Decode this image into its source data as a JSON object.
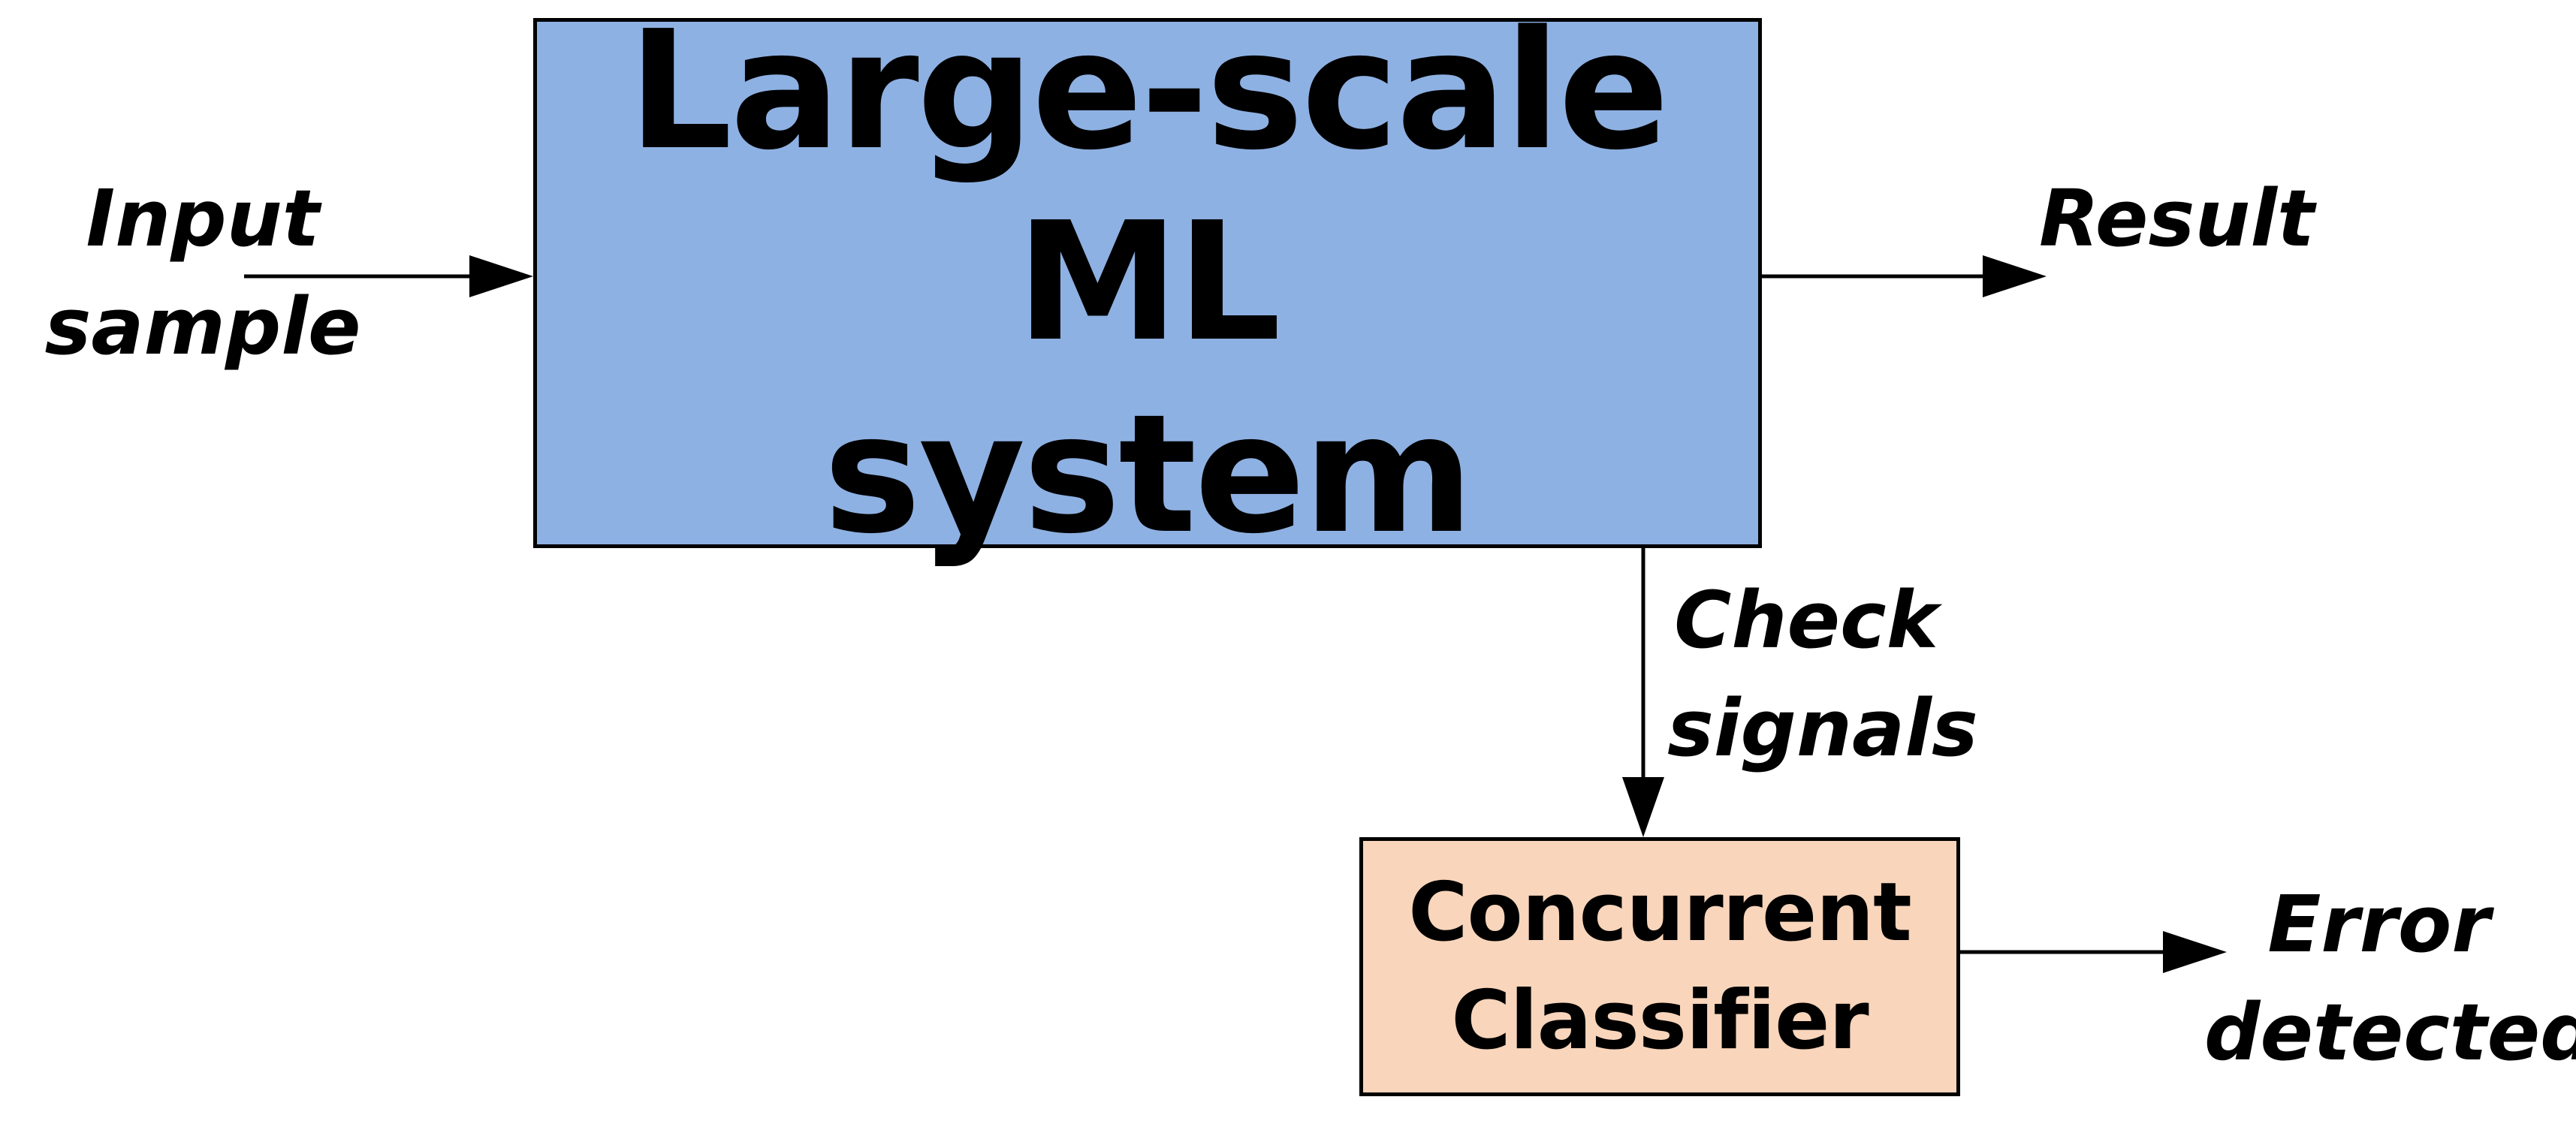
{
  "colors": {
    "ml_box_fill": "#8eb1e3",
    "classifier_box_fill": "#f8d5bb",
    "stroke": "#000000",
    "background": "#ffffff"
  },
  "nodes": {
    "ml_system": {
      "line1": "Large-scale ML",
      "line2": "system"
    },
    "classifier": {
      "line1": "Concurrent",
      "line2": "Classifier"
    }
  },
  "edge_labels": {
    "input": {
      "line1": "Input",
      "line2": "sample"
    },
    "result": {
      "line1": "Result"
    },
    "check": {
      "line1": "Check",
      "line2": "signals"
    },
    "error": {
      "line1": "Error",
      "line2": "detected"
    }
  },
  "edges": [
    {
      "from": "input",
      "to": "ml_system"
    },
    {
      "from": "ml_system",
      "to": "result"
    },
    {
      "from": "ml_system",
      "to": "classifier"
    },
    {
      "from": "classifier",
      "to": "error"
    }
  ]
}
